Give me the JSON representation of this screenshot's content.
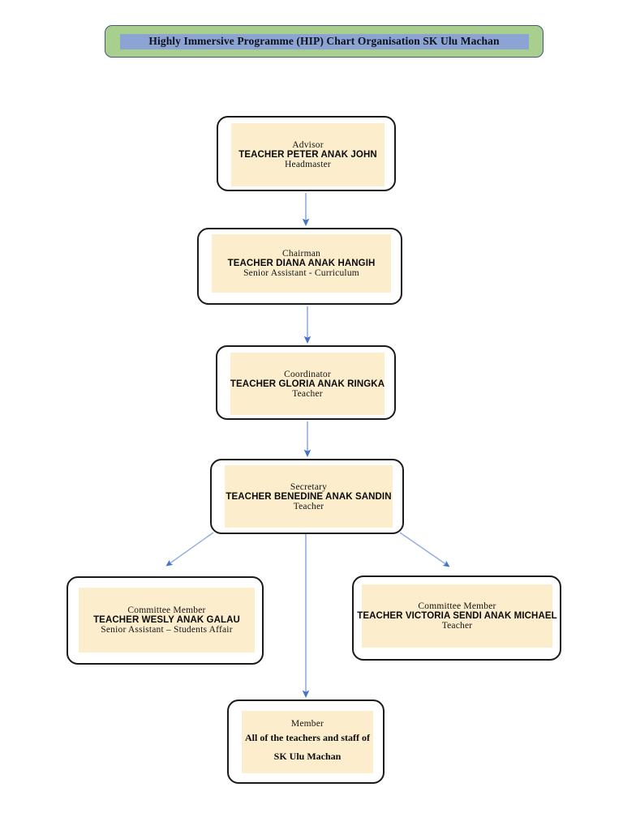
{
  "title": {
    "text": "Highly Immersive Programme (HIP) Chart Organisation SK Ulu Machan"
  },
  "colors": {
    "banner_fill": "#a9cf8f",
    "banner_border": "#41597a",
    "banner_band": "#8ba4d4",
    "node_fill": "#ffffff",
    "node_inner_fill": "#fceecd",
    "node_border": "#1a1a1a",
    "connector_line": "#8faedd",
    "connector_arrow": "#4472c4",
    "page_background": "#ffffff"
  },
  "chart": {
    "type": "org-chart",
    "nodes": [
      {
        "id": "advisor",
        "role": "Advisor",
        "person": "TEACHER PETER ANAK JOHN",
        "position": "Headmaster"
      },
      {
        "id": "chairman",
        "role": "Chairman",
        "person": "TEACHER DIANA ANAK HANGIH",
        "position": "Senior Assistant - Curriculum"
      },
      {
        "id": "coordinator",
        "role": "Coordinator",
        "person": "TEACHER GLORIA ANAK RINGKA",
        "position": "Teacher"
      },
      {
        "id": "secretary",
        "role": "Secretary",
        "person": "TEACHER BENEDINE ANAK SANDIN",
        "position": "Teacher"
      },
      {
        "id": "committee-left",
        "role": "Committee Member",
        "person": "TEACHER WESLY ANAK GALAU",
        "position": "Senior Assistant – Students Affair"
      },
      {
        "id": "committee-right",
        "role": "Committee Member",
        "person": "TEACHER VICTORIA SENDI ANAK MICHAEL",
        "position": "Teacher"
      },
      {
        "id": "member",
        "role": "Member",
        "person_line1": "All of the teachers and staff of",
        "person_line2": "SK Ulu Machan"
      }
    ],
    "edges": [
      {
        "from": "advisor",
        "to": "chairman",
        "style": "straight-down"
      },
      {
        "from": "chairman",
        "to": "coordinator",
        "style": "straight-down"
      },
      {
        "from": "coordinator",
        "to": "secretary",
        "style": "straight-down"
      },
      {
        "from": "secretary",
        "to": "committee-left",
        "style": "diagonal-left"
      },
      {
        "from": "secretary",
        "to": "committee-right",
        "style": "diagonal-right"
      },
      {
        "from": "secretary",
        "to": "member",
        "style": "straight-down"
      }
    ]
  }
}
